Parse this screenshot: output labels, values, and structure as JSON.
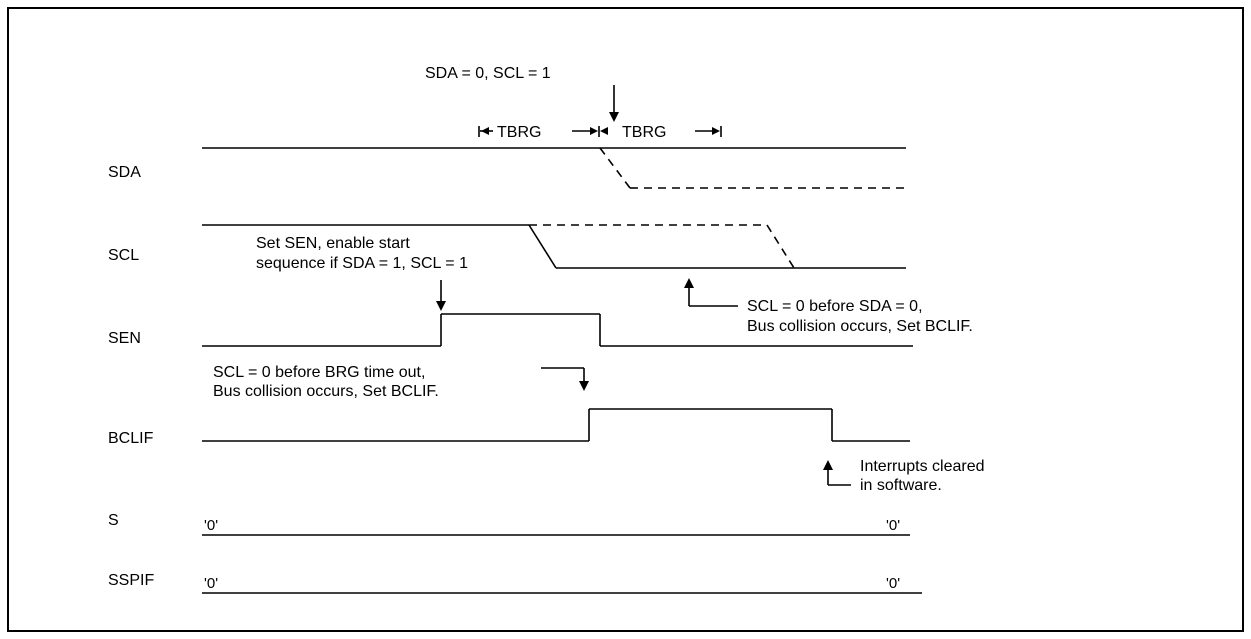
{
  "signals": {
    "sda": "SDA",
    "scl": "SCL",
    "sen": "SEN",
    "bclif": "BCLIF",
    "s": "S",
    "sspif": "SSPIF"
  },
  "annotations": {
    "top_condition": "SDA = 0, SCL = 1",
    "tbrg_1": "TBRG",
    "tbrg_2": "TBRG",
    "set_sen_line1": "Set SEN, enable start",
    "set_sen_line2": "sequence if SDA = 1, SCL = 1",
    "scl_before_sda_line1": "SCL = 0 before SDA = 0,",
    "scl_before_sda_line2": "Bus collision occurs, Set BCLIF.",
    "scl_before_brg_line1": "SCL = 0 before BRG time out,",
    "scl_before_brg_line2": "Bus collision occurs, Set BCLIF.",
    "interrupts_line1": "Interrupts cleared",
    "interrupts_line2": "in software."
  },
  "levels": {
    "s_start": "'0'",
    "s_end": "'0'",
    "sspif_start": "'0'",
    "sspif_end": "'0'"
  }
}
